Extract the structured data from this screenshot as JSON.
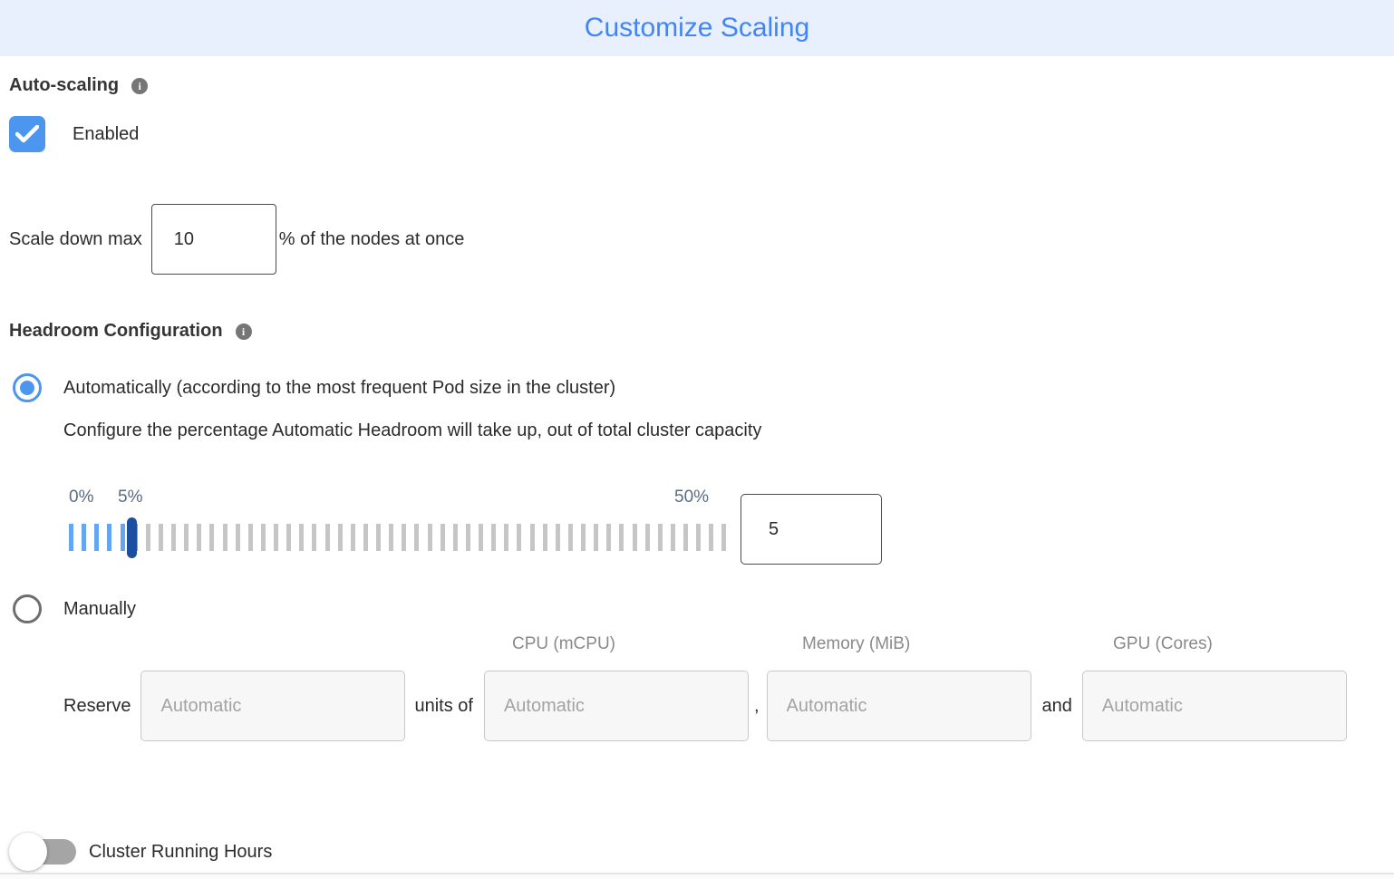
{
  "header": {
    "title": "Customize Scaling"
  },
  "auto_scaling": {
    "label": "Auto-scaling",
    "info_icon": "info-icon",
    "checkbox_checked": true,
    "enabled_label": "Enabled"
  },
  "scale_down": {
    "prefix": "Scale down max",
    "value": "10",
    "suffix": "% of the nodes at once"
  },
  "headroom": {
    "label": "Headroom Configuration",
    "info_icon": "info-icon",
    "automatic_option": {
      "selected": true,
      "label": "Automatically (according to the most frequent Pod size in the cluster)",
      "description": "Configure the percentage Automatic Headroom will take up, out of total cluster capacity"
    },
    "slider": {
      "min_label": "0%",
      "current_label": "5%",
      "max_label": "50%",
      "min": 0,
      "max": 50,
      "value": "5",
      "tick_count": 52,
      "active_ticks": 6
    },
    "manual_option": {
      "selected": false,
      "label": "Manually"
    }
  },
  "reserve": {
    "label": "Reserve",
    "units_of": "units of",
    "comma": ",",
    "and": "and",
    "placeholder": "Automatic",
    "columns": [
      {
        "header": "CPU (mCPU)"
      },
      {
        "header": "Memory (MiB)"
      },
      {
        "header": "GPU (Cores)"
      }
    ]
  },
  "cluster_running_hours": {
    "label": "Cluster Running Hours",
    "enabled": false
  },
  "colors": {
    "accent_blue": "#4285F4",
    "control_blue": "#4C96F0",
    "slider_tick_blue": "#64A6F4",
    "slider_handle_navy": "#1D4FA0",
    "tick_gray": "#C6C6C6",
    "header_bg": "#E8F0FE"
  }
}
